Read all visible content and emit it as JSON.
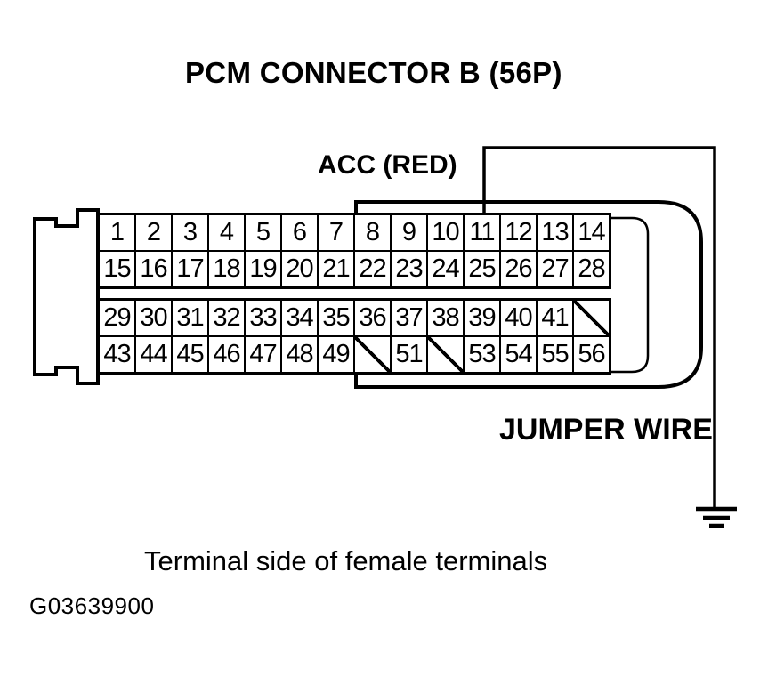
{
  "title": "PCM CONNECTOR B (56P)",
  "labels": {
    "wire_label": "ACC (RED)",
    "jumper_label": "JUMPER WIRE",
    "caption": "Terminal side of female terminals",
    "figure_id": "G03639900"
  },
  "connector": {
    "row_start_pins": [
      1,
      15,
      29,
      43
    ],
    "rows": [
      [
        "1",
        "2",
        "3",
        "4",
        "5",
        "6",
        "7",
        "8",
        "9",
        "10",
        "11",
        "12",
        "13",
        "14"
      ],
      [
        "15",
        "16",
        "17",
        "18",
        "19",
        "20",
        "21",
        "22",
        "23",
        "24",
        "25",
        "26",
        "27",
        "28"
      ],
      [
        "29",
        "30",
        "31",
        "32",
        "33",
        "34",
        "35",
        "36",
        "37",
        "38",
        "39",
        "40",
        "41",
        "/"
      ],
      [
        "43",
        "44",
        "45",
        "46",
        "47",
        "48",
        "49",
        "/",
        "51",
        "/",
        "53",
        "54",
        "55",
        "56"
      ]
    ],
    "blocked_marker": "/",
    "blocked_pins": [
      "42",
      "50",
      "52"
    ],
    "wire_connected_pin": "11",
    "wire_endpoint": "ground"
  },
  "colors": {
    "ink": "#000000",
    "paper": "#ffffff"
  }
}
